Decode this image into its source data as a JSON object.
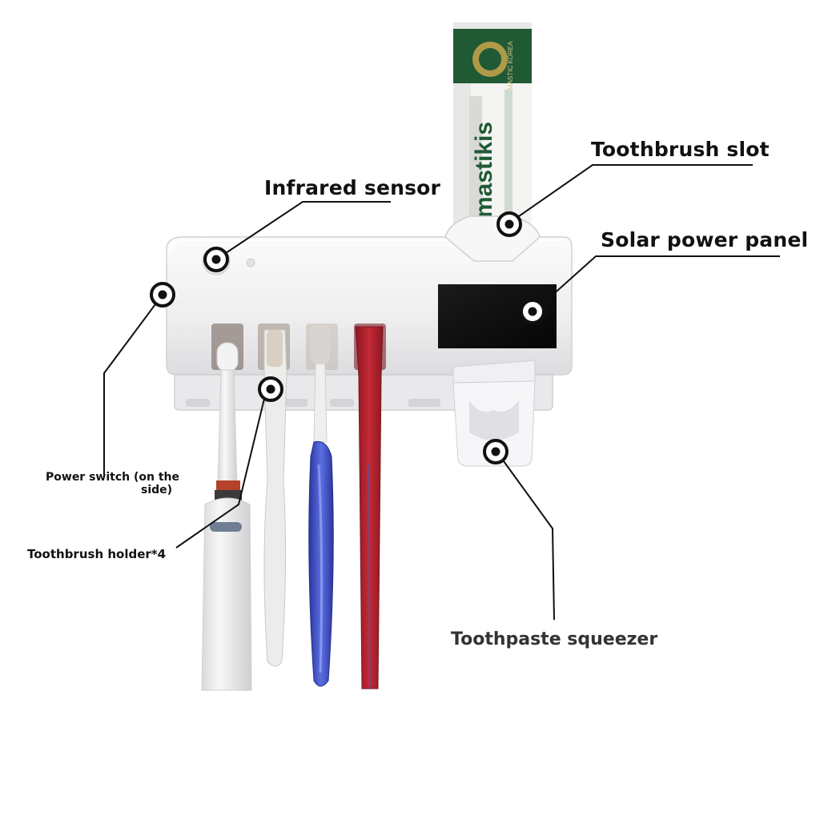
{
  "labels": {
    "infrared_sensor": "Infrared sensor",
    "toothbrush_slot": "Toothbrush slot",
    "solar_power_panel": "Solar power panel",
    "power_switch_line1": "Power switch (on the",
    "power_switch_line2": "side)",
    "toothbrush_holder": "Toothbrush holder*4",
    "toothpaste_squeezer": "Toothpaste squeezer"
  },
  "toothpaste_tube": {
    "brand": "mastikis",
    "side_text": "MASTIC KOREA"
  },
  "colors": {
    "device_body": "#f1f1f2",
    "solar_panel": "#111111",
    "tube_green": "#1f5a35",
    "red_brush": "#b0202c",
    "blue_brush": "#3b4ec9",
    "marker": "#111111"
  }
}
